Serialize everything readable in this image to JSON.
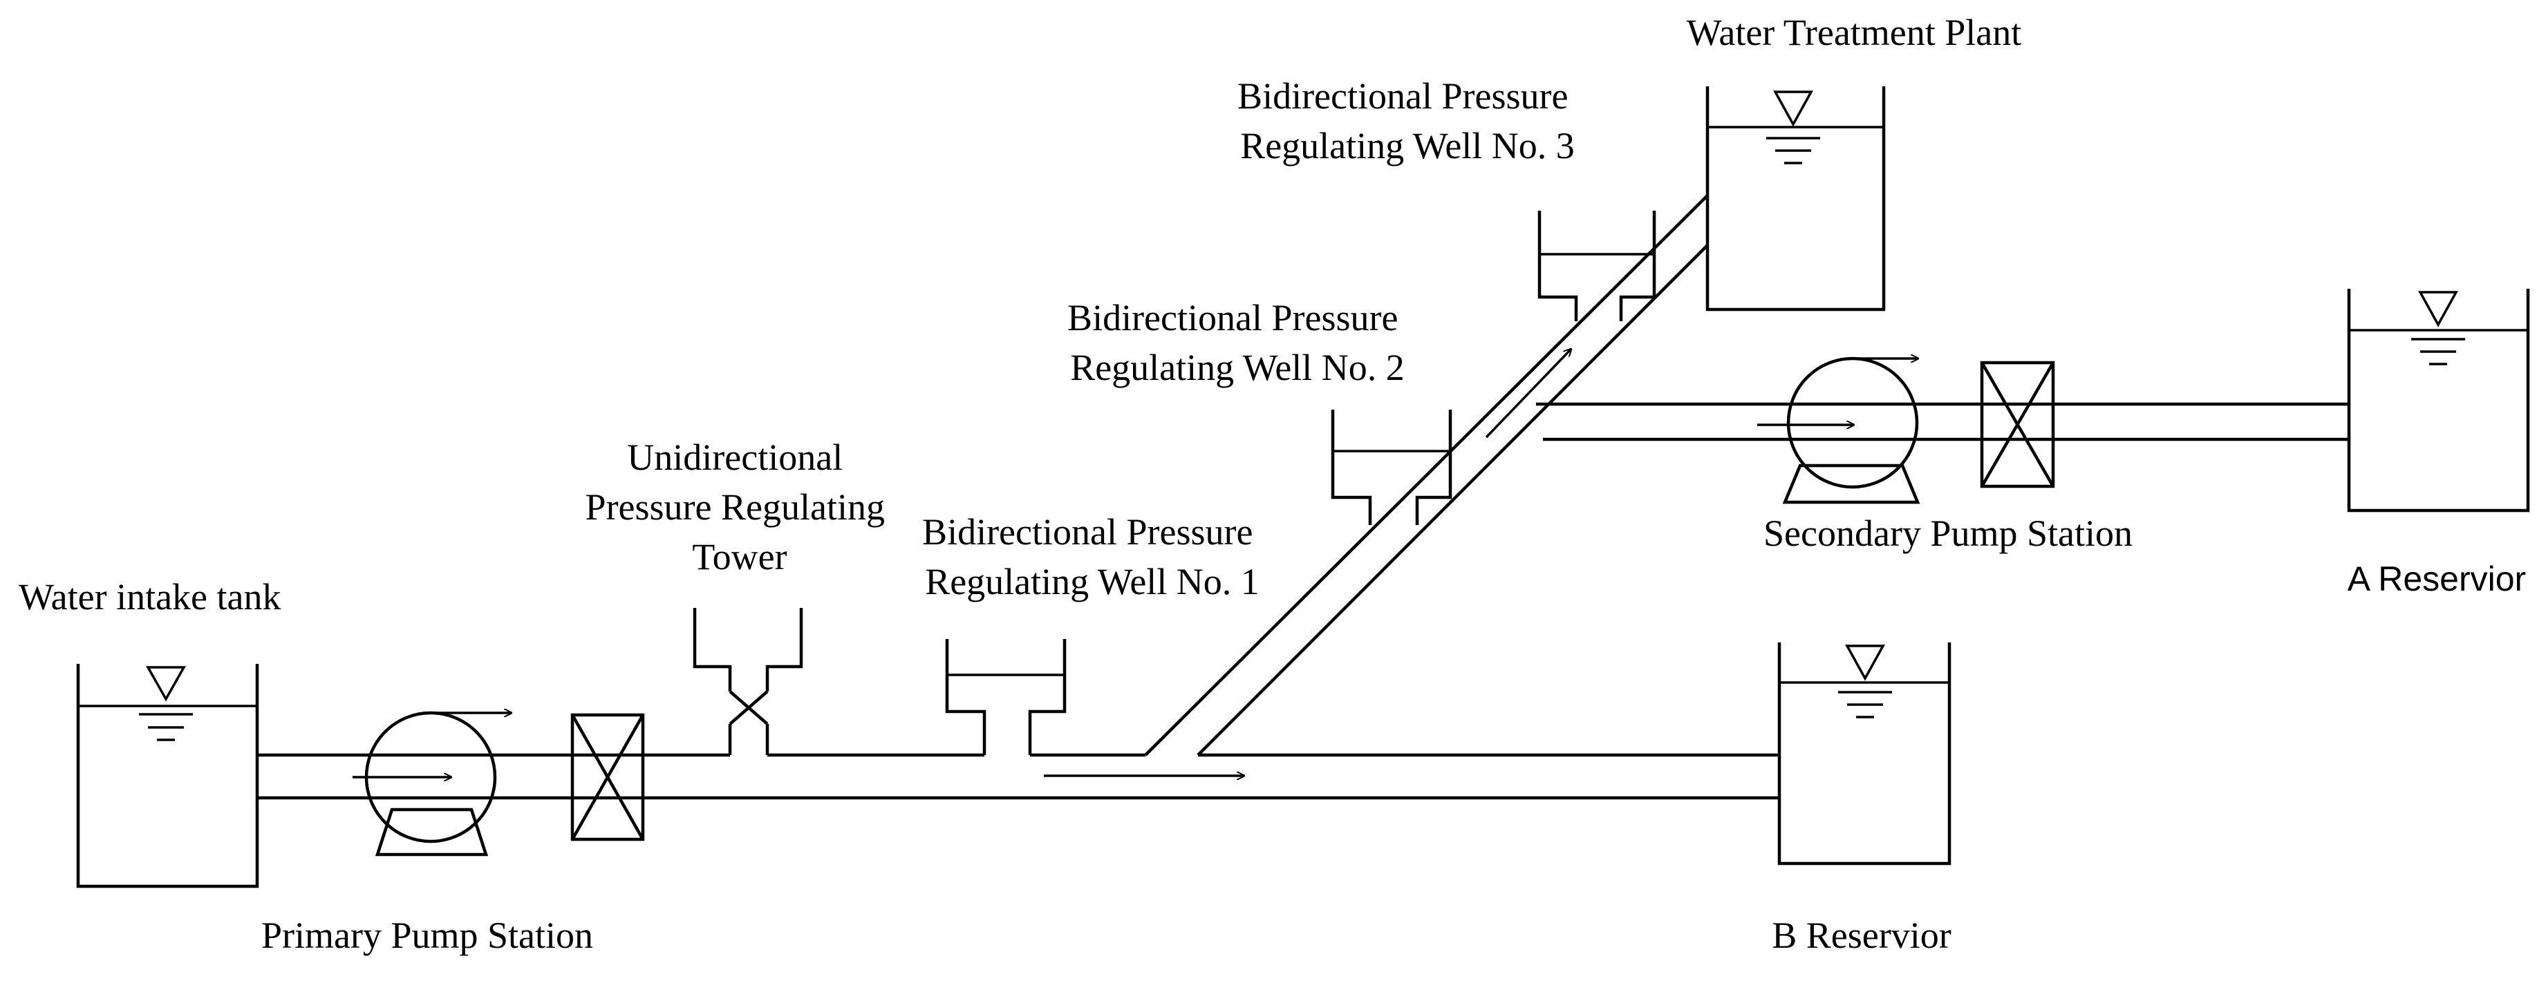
{
  "labels": {
    "water_intake_tank": "Water intake tank",
    "primary_pump_station": "Primary Pump Station",
    "unidirectional_tower": [
      "Unidirectional",
      "Pressure Regulating",
      "Tower"
    ],
    "well_1": [
      "Bidirectional Pressure",
      "Regulating Well No. 1"
    ],
    "well_2": [
      "Bidirectional Pressure",
      "Regulating Well No. 2"
    ],
    "well_3": [
      "Bidirectional Pressure",
      "Regulating Well No. 3"
    ],
    "water_treatment_plant": "Water Treatment Plant",
    "secondary_pump_station": "Secondary Pump Station",
    "a_reservoir": "A Reservior",
    "b_reservoir": "B Reservior"
  }
}
